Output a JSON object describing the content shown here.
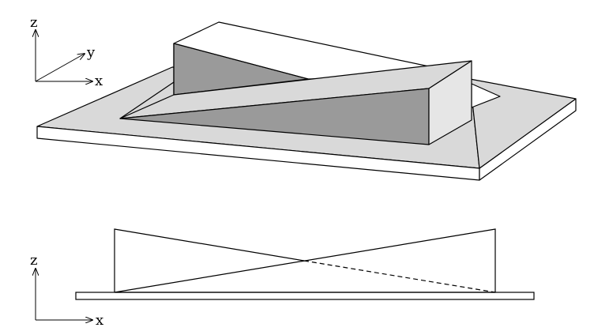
{
  "iso_view": {
    "axes": {
      "z_label": "z",
      "y_label": "y",
      "x_label": "x"
    }
  },
  "side_view": {
    "axes": {
      "z_label": "z",
      "x_label": "x"
    }
  },
  "colors": {
    "stroke": "#000000",
    "light_face": "#d9d9d9",
    "dark_face": "#9a9a9a",
    "white_face": "#ffffff"
  }
}
